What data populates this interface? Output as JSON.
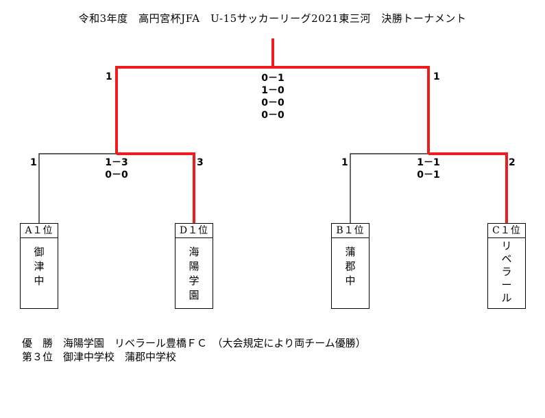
{
  "title": "令和3年度　高円宮杯JFA　U-15サッカーリーグ2021東三河　決勝トーナメント",
  "colors": {
    "winner_line": "#ee1c1c",
    "line": "#000000"
  },
  "final": {
    "left_score": "1",
    "right_score": "1",
    "scores": [
      "0－1",
      "1－0",
      "0－0",
      "0－0"
    ]
  },
  "semis": [
    {
      "left_score": "1",
      "right_score": "3",
      "scores": [
        "1－3",
        "0－0"
      ]
    },
    {
      "left_score": "1",
      "right_score": "2",
      "scores": [
        "1－1",
        "0－1"
      ]
    }
  ],
  "teams": [
    {
      "seed": "A１位",
      "name": "御津中"
    },
    {
      "seed": "D１位",
      "name": "海陽学園"
    },
    {
      "seed": "B１位",
      "name": "蒲郡中"
    },
    {
      "seed": "C１位",
      "name": "リベラール"
    }
  ],
  "results": {
    "champion": "優　勝　海陽学園　リベラール豊橋ＦＣ　（大会規定により両チーム優勝）",
    "third": "第３位　御津中学校　蒲郡中学校"
  }
}
